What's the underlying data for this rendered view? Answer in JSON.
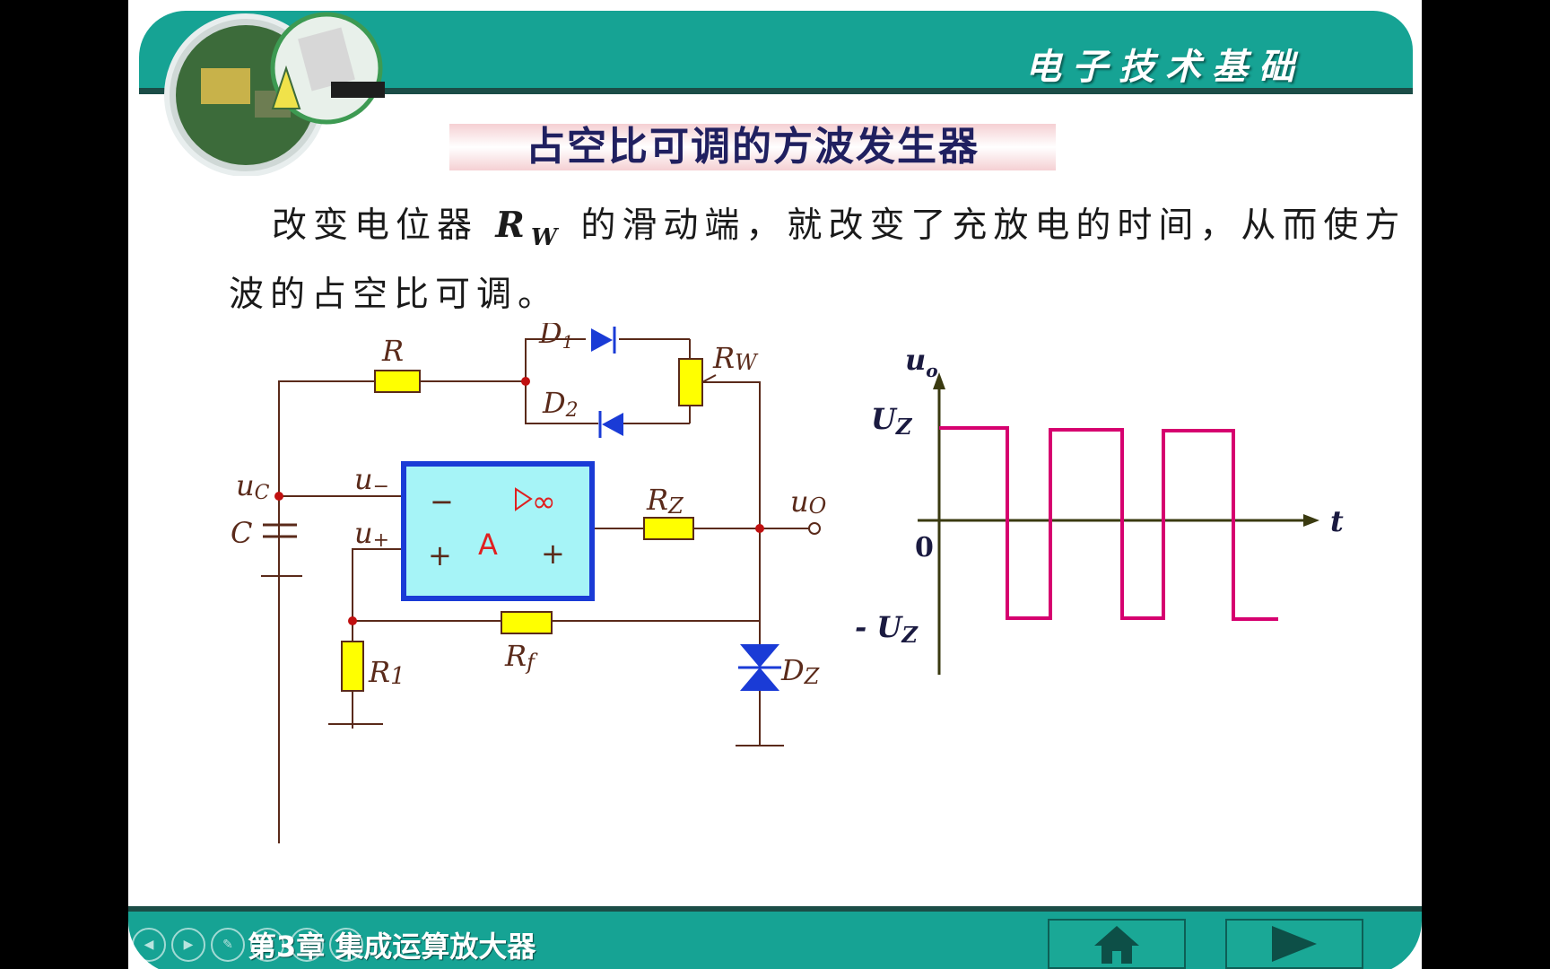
{
  "header": {
    "title": "电子技术基础"
  },
  "slide": {
    "title": "占空比可调的方波发生器",
    "paragraph_pre": "改变电位器 ",
    "rw_symbol": "R",
    "rw_sub": "W",
    "paragraph_post": " 的滑动端，就改变了充放电的时间，从而使方波的占空比可调。"
  },
  "circuit": {
    "labels": {
      "R": "R",
      "D1": "D",
      "D1_sub": "1",
      "D2": "D",
      "D2_sub": "2",
      "Rw": "R",
      "Rw_sub": "W",
      "uc": "u",
      "uc_sub": "C",
      "uminus": "u",
      "uminus_sub": "−",
      "uplus": "u",
      "uplus_sub": "+",
      "C": "C",
      "A": "A",
      "inf": "∞",
      "minus": "−",
      "plus": "+",
      "plus2": "+",
      "Rz": "R",
      "Rz_sub": "Z",
      "uo": "u",
      "uo_sub": "O",
      "Rf": "R",
      "Rf_sub": "f",
      "R1": "R",
      "R1_sub": "1",
      "Dz": "D",
      "Dz_sub": "Z"
    }
  },
  "waveform": {
    "y_label": "u",
    "y_label_sub": "o",
    "x_label": "t",
    "origin": "0",
    "upper": "U",
    "upper_sub": "Z",
    "lower": "- U",
    "lower_sub": "Z",
    "colors": {
      "wave": "#d6006f",
      "axis": "#3a3a10"
    }
  },
  "footer": {
    "chapter": "第3章  集成运算放大器"
  },
  "nav": {
    "home_icon": "home-icon",
    "next_icon": "next-arrow-icon"
  }
}
